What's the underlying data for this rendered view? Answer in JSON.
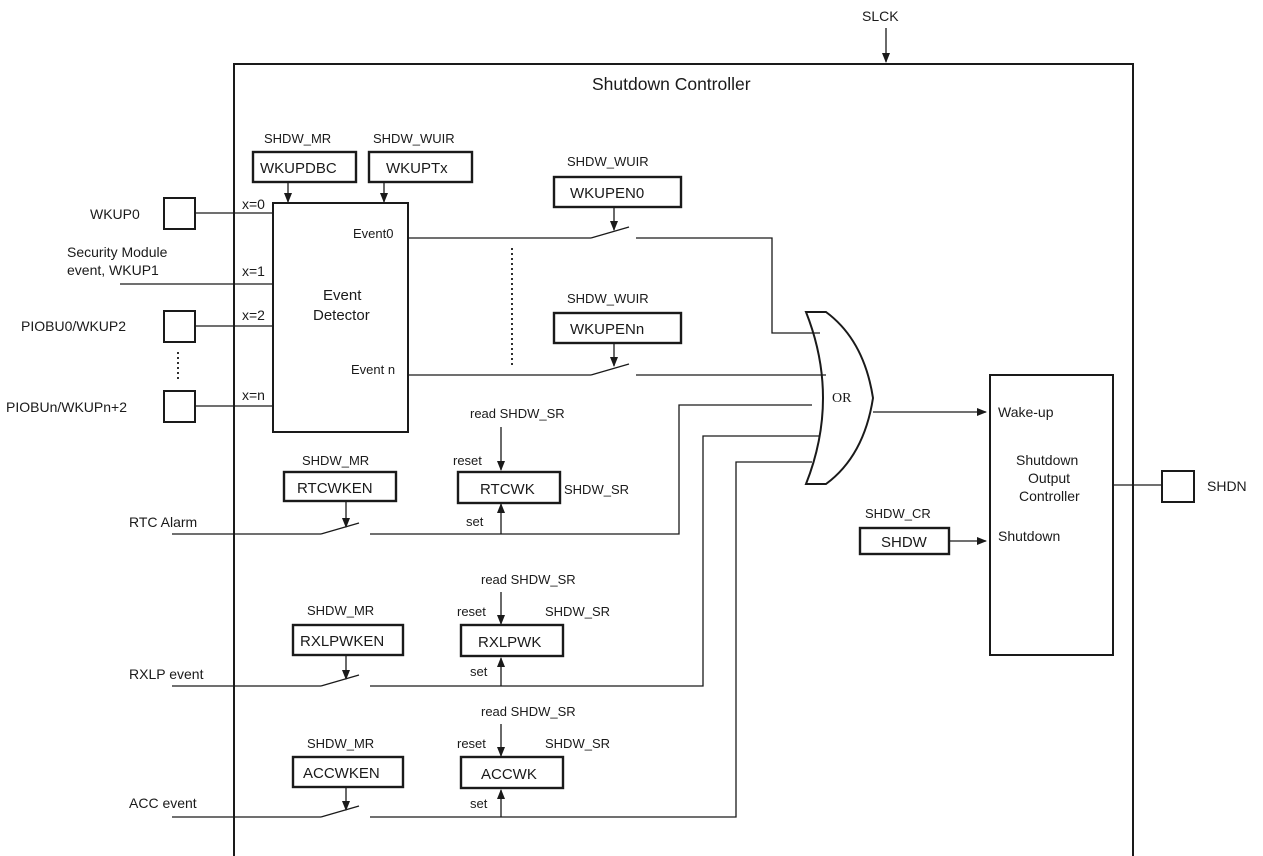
{
  "diagram": {
    "title": "Shutdown Controller",
    "clock": "SLCK",
    "inputs": {
      "wkup0": "WKUP0",
      "security_line1": "Security Module",
      "security_line2": "event, WKUP1",
      "piobu0": "PIOBU0/WKUP2",
      "piobun": "PIOBUn/WKUPn+2",
      "rtc_alarm": "RTC Alarm",
      "rxlp_event": "RXLP event",
      "acc_event": "ACC event"
    },
    "index_labels": [
      "x=0",
      "x=1",
      "x=2",
      "x=n"
    ],
    "event_detector": {
      "line1": "Event",
      "line2": "Detector",
      "event0": "Event0",
      "eventn": "Event n"
    },
    "registers": {
      "wkupdbc": {
        "reg": "SHDW_MR",
        "field": "WKUPDBC"
      },
      "wkuptx": {
        "reg": "SHDW_WUIR",
        "field": "WKUPTx"
      },
      "wkupen0": {
        "reg": "SHDW_WUIR",
        "field": "WKUPEN0"
      },
      "wkupenn": {
        "reg": "SHDW_WUIR",
        "field": "WKUPENn"
      },
      "rtcwken": {
        "reg": "SHDW_MR",
        "field": "RTCWKEN"
      },
      "rtcwk": {
        "reg": "SHDW_SR",
        "field": "RTCWK",
        "read": "read SHDW_SR",
        "reset": "reset",
        "set": "set"
      },
      "rxlpwken": {
        "reg": "SHDW_MR",
        "field": "RXLPWKEN"
      },
      "rxlpwk": {
        "reg": "SHDW_SR",
        "field": "RXLPWK",
        "read": "read SHDW_SR",
        "reset": "reset",
        "set": "set"
      },
      "accwken": {
        "reg": "SHDW_MR",
        "field": "ACCWKEN"
      },
      "accwk": {
        "reg": "SHDW_SR",
        "field": "ACCWK",
        "read": "read SHDW_SR",
        "reset": "reset",
        "set": "set"
      },
      "shdw": {
        "reg": "SHDW_CR",
        "field": "SHDW"
      }
    },
    "or_gate": "OR",
    "output_controller": {
      "wakeup": "Wake-up",
      "line1": "Shutdown",
      "line2": "Output",
      "line3": "Controller",
      "shutdown": "Shutdown"
    },
    "output_pin": "SHDN"
  }
}
